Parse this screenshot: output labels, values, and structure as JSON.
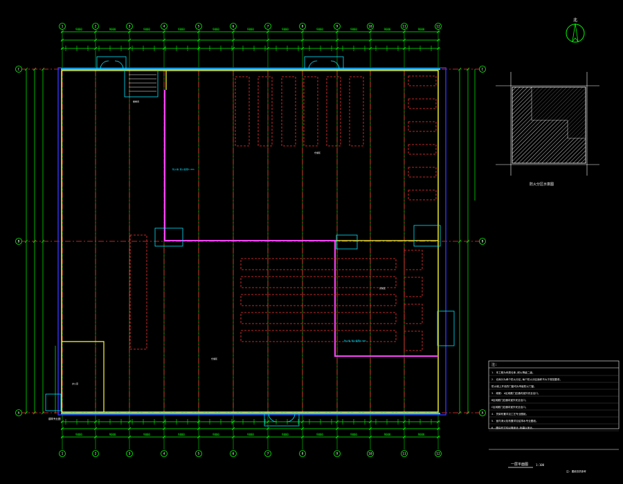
{
  "north": {
    "label": "北"
  },
  "axes": {
    "columns": [
      "1",
      "2",
      "3",
      "4",
      "5",
      "6",
      "7",
      "8",
      "9",
      "10",
      "11",
      "12"
    ],
    "rows": [
      "C",
      "B",
      "A"
    ]
  },
  "dimensions": {
    "top": [
      "9000",
      "9000",
      "9000",
      "9000",
      "9000",
      "9000",
      "9000",
      "9000",
      "9000",
      "9000",
      "9000"
    ],
    "bottom": [
      "9000",
      "9000",
      "9000",
      "9000",
      "9000",
      "9000",
      "9000",
      "9000",
      "9000",
      "9000",
      "9000"
    ]
  },
  "key_plan": {
    "title": "防火分区示意图"
  },
  "notes_box": {
    "heading": "注:",
    "lines": [
      "1. 本工程为丙类仓库,耐火等级二级。",
      "2. 仓库分为两个防火分区,每个防火分区面积不大于规范要求。",
      "   防火墙上开设的门窗均为甲级防火门窗。",
      "3. 疏散:  A区疏散门应通向室外安全出口。",
      "          B区疏散门应通向室外安全出口。",
      "          C区疏散门应通向室外安全出口。",
      "4. 货架布置详见工艺专业图纸。",
      "5. 室内消火栓布置详见给排水专业图纸。",
      "6. 图中尺寸均以毫米计,标高以米计。"
    ]
  },
  "annotations": {
    "zone_upper": "仓储区",
    "zone_lower": "仓储区",
    "zone_right": "货架区",
    "fire_wall_1": "防火墙 耐火极限3.00h",
    "fire_wall_2": "防火墙 耐火极限3.00h",
    "office": "办公室",
    "stair": "楼梯间"
  },
  "title": {
    "text": "一层平面图",
    "scale": "1:100",
    "footnote": "注: 图纸仅供参考",
    "corner_note": "建筑专业图"
  },
  "colors": {
    "axis": "#ff3333",
    "dimension": "#00ff00",
    "wall": "#3333ff",
    "partition": "#ffff33",
    "fire_partition": "#ff44ff",
    "opening": "#00e5ff",
    "rack": "#ff3333",
    "text": "#ffffff"
  }
}
